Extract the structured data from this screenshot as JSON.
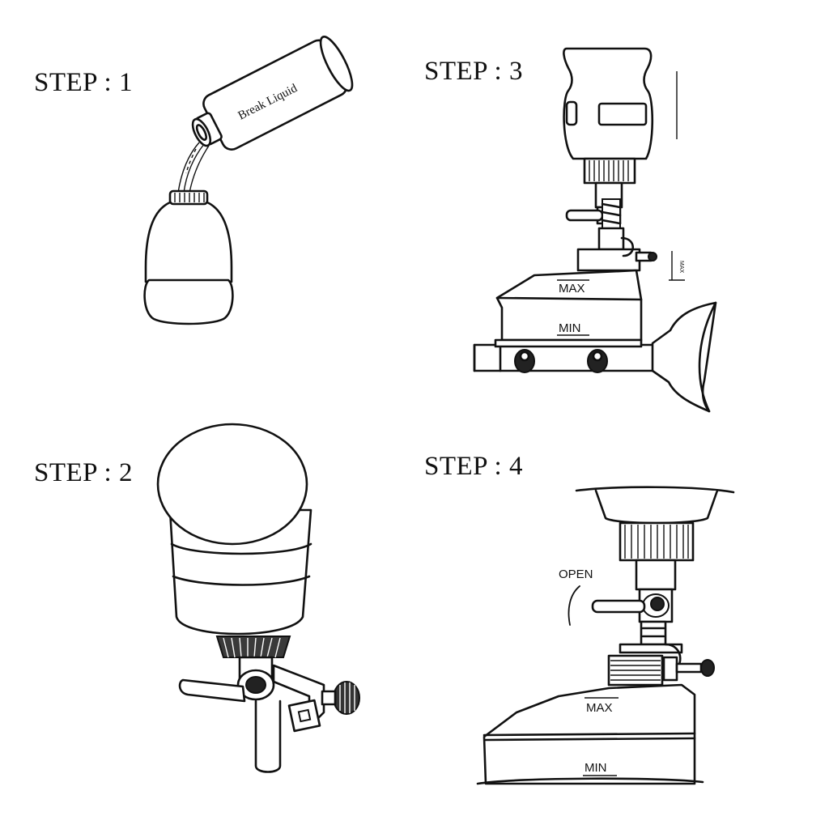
{
  "steps": [
    {
      "label": "STEP : 1"
    },
    {
      "label": "STEP : 2"
    },
    {
      "label": "STEP : 3"
    },
    {
      "label": "STEP : 4"
    }
  ],
  "step1": {
    "bottle_text": "Break Liquid"
  },
  "step3": {
    "max_label": "MAX",
    "min_label": "MIN",
    "side_mark": "MAX"
  },
  "step4": {
    "open_label": "OPEN",
    "max_label": "MAX",
    "min_label": "MIN"
  }
}
